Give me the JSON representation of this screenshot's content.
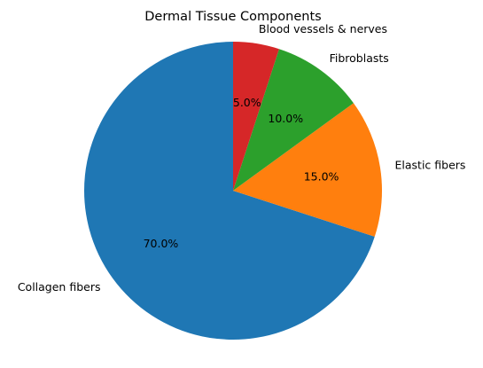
{
  "chart_data": {
    "type": "pie",
    "title": "Dermal Tissue Components",
    "categories": [
      "Collagen fibers",
      "Elastic fibers",
      "Fibroblasts",
      "Blood vessels & nerves"
    ],
    "values": [
      70,
      15,
      10,
      5
    ],
    "value_labels": [
      "70.0%",
      "15.0%",
      "10.0%",
      "5.0%"
    ],
    "colors": [
      "#1f77b4",
      "#ff7f0e",
      "#2ca02c",
      "#d62728"
    ],
    "start_angle_deg": 90,
    "direction": "counterclockwise",
    "legend": "none",
    "grid": false
  }
}
